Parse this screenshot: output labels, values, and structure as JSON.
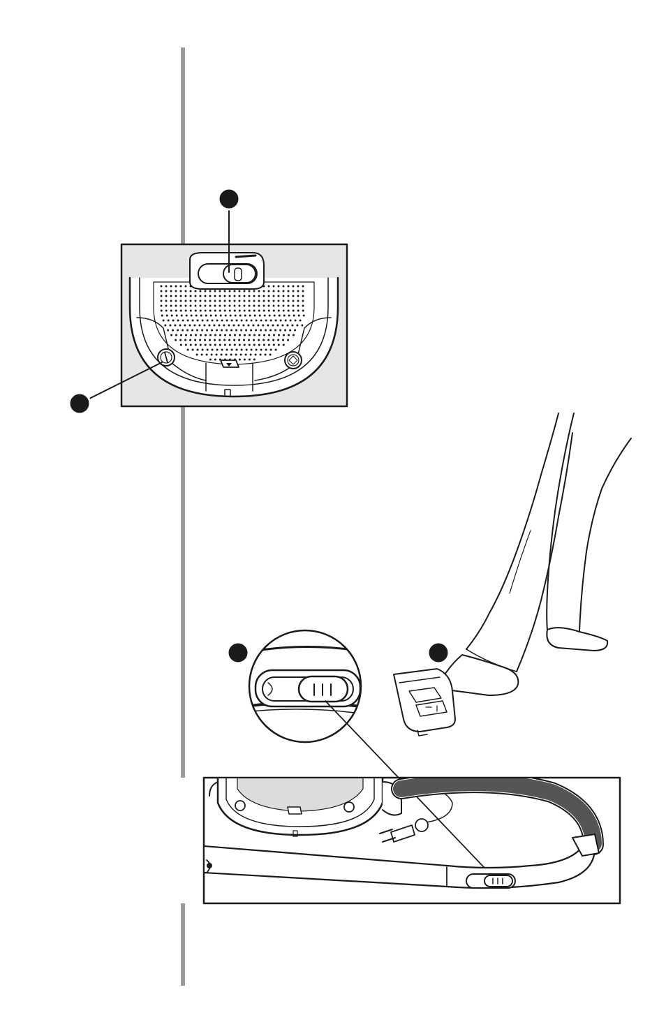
{
  "document": {
    "type": "instruction-manual-illustration-page",
    "figures": [
      {
        "id": "canister-top",
        "icons": [
          "power-slide-switch-icon",
          "cord-rewind-pedal-icon",
          "filter-door-latch-icon",
          "carpet-brush-icon"
        ]
      },
      {
        "id": "foot-operated-powerhead",
        "icons": [
          "foot-pedal-icon"
        ]
      },
      {
        "id": "handle-switch-detail",
        "icons": [
          "handle-slide-switch-icon"
        ]
      },
      {
        "id": "vacuum-with-hose-and-cord",
        "icons": [
          "power-plug-icon",
          "hose-icon",
          "wand-icon"
        ]
      }
    ],
    "colors": {
      "ink": "#1a1a1a",
      "panel": "#e6e6e6",
      "rule": "#9a9a9a",
      "paper": "#ffffff"
    }
  }
}
